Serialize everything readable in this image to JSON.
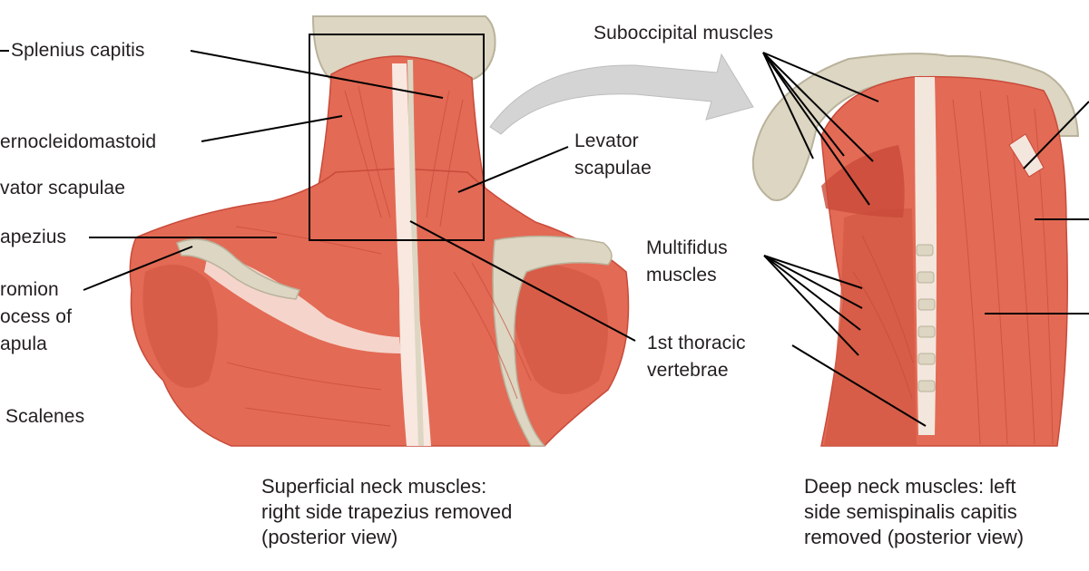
{
  "colors": {
    "muscle": "#e36a55",
    "muscle_dark": "#c94a3a",
    "tendon": "#f8e8e0",
    "bone": "#dcd6c2",
    "bone_edge": "#b9b29b",
    "line": "#000000",
    "arrow": "#d4d4d4"
  },
  "left_labels": {
    "splenius": "Splenius capitis",
    "sternocleido": "ernocleidomastoid",
    "levator": "vator scapulae",
    "trapezius": "apezius",
    "acromion": [
      "romion",
      "ocess of",
      "apula"
    ],
    "scalenes": "Scalenes"
  },
  "center_labels": {
    "levator_right": [
      "Levator",
      "scapulae"
    ],
    "first_thoracic": [
      "1st thoracic",
      "vertebrae"
    ]
  },
  "right_labels": {
    "suboccipital": "Suboccipital muscles",
    "multifidus": [
      "Multifidus",
      "muscles"
    ]
  },
  "captions": {
    "superficial": [
      "Superficial neck muscles:",
      "right side trapezius removed",
      "(posterior view)"
    ],
    "deep": [
      "Deep neck muscles: left",
      "side semispinalis capitis",
      "removed (posterior view)"
    ]
  }
}
